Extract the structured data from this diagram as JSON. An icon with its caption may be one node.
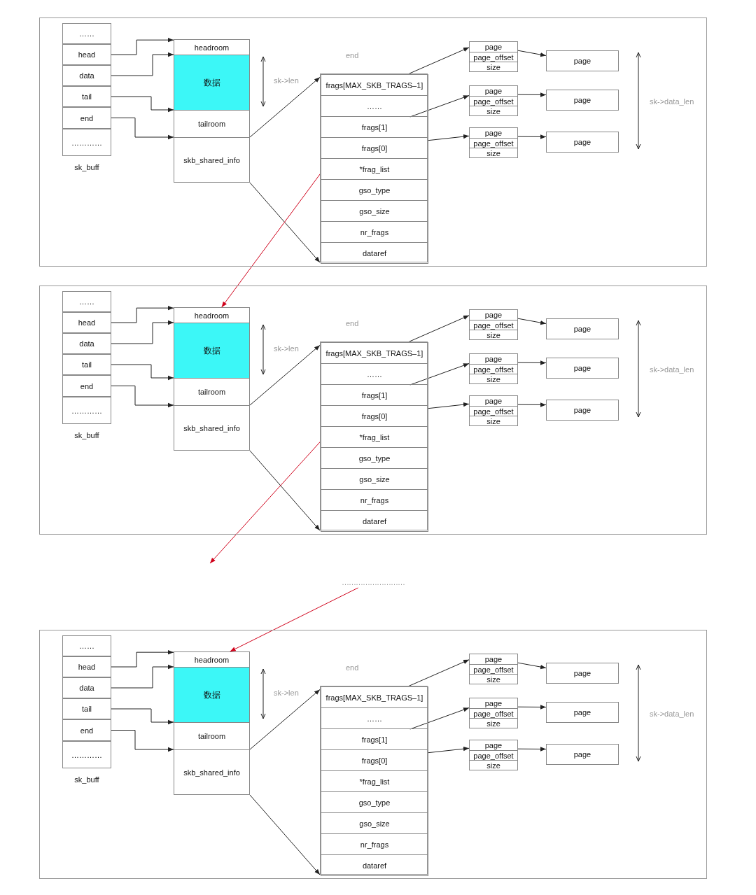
{
  "diagram": {
    "nodes": [
      {
        "text": [],
        "shape": "box"
      },
      {
        "text": [
          "sk_buff"
        ],
        "in": 0
      },
      {
        "text": [
          "……"
        ],
        "in": 1
      },
      {
        "text": [
          "head"
        ],
        "in": 1
      },
      {
        "text": [
          "data"
        ],
        "in": 1
      },
      {
        "text": [
          "tail"
        ],
        "in": 1
      },
      {
        "text": [
          "end"
        ],
        "in": 1
      },
      {
        "text": [
          "…………"
        ],
        "in": 1
      },
      {
        "text": [
          "headroom"
        ],
        "in": 0
      },
      {
        "text": [
          "数据"
        ],
        "in": 0
      },
      {
        "text": [
          "tailroom"
        ],
        "in": 0
      },
      {
        "text": [
          "skb_shared_info"
        ],
        "in": 0
      },
      {
        "text": [],
        "shape": "box",
        "in": 0
      },
      {
        "text": [
          "frags[MAX_SKB_TRAGS–1]"
        ],
        "in": 12
      },
      {
        "text": [
          "……"
        ],
        "in": 12
      },
      {
        "text": [
          "frags[1]"
        ],
        "in": 12
      },
      {
        "text": [
          "frags[0]"
        ],
        "in": 12
      },
      {
        "text": [
          "*frag_list"
        ],
        "in": 12
      },
      {
        "text": [
          "gso_type"
        ],
        "in": 12
      },
      {
        "text": [
          "gso_size"
        ],
        "in": 12
      },
      {
        "text": [
          "nr_frags"
        ],
        "in": 12
      },
      {
        "text": [
          "dataref"
        ],
        "in": 12
      },
      {
        "text": [
          "page",
          "page_offset",
          "size"
        ],
        "in": 0
      },
      {
        "text": [
          "page",
          "page_offset",
          "size"
        ],
        "in": 0
      },
      {
        "text": [
          "page",
          "page_offset",
          "size"
        ],
        "in": 0
      },
      {
        "text": [
          "page"
        ],
        "in": 0
      },
      {
        "text": [
          "page"
        ],
        "in": 0
      },
      {
        "text": [
          "page"
        ],
        "in": 0
      },
      {
        "text": [],
        "shape": "box"
      },
      {
        "text": [
          "sk_buff"
        ],
        "in": 28
      },
      {
        "text": [
          "……"
        ],
        "in": 29
      },
      {
        "text": [
          "head"
        ],
        "in": 29
      },
      {
        "text": [
          "data"
        ],
        "in": 29
      },
      {
        "text": [
          "tail"
        ],
        "in": 29
      },
      {
        "text": [
          "end"
        ],
        "in": 29
      },
      {
        "text": [
          "…………"
        ],
        "in": 29
      },
      {
        "text": [
          "headroom"
        ],
        "in": 28
      },
      {
        "text": [
          "数据"
        ],
        "in": 28
      },
      {
        "text": [
          "tailroom"
        ],
        "in": 28
      },
      {
        "text": [
          "skb_shared_info"
        ],
        "in": 28
      },
      {
        "text": [],
        "shape": "box",
        "in": 28
      },
      {
        "text": [
          "frags[MAX_SKB_TRAGS–1]"
        ],
        "in": 40
      },
      {
        "text": [
          "……"
        ],
        "in": 40
      },
      {
        "text": [
          "frags[1]"
        ],
        "in": 40
      },
      {
        "text": [
          "frags[0]"
        ],
        "in": 40
      },
      {
        "text": [
          "*frag_list"
        ],
        "in": 40
      },
      {
        "text": [
          "gso_type"
        ],
        "in": 40
      },
      {
        "text": [
          "gso_size"
        ],
        "in": 40
      },
      {
        "text": [
          "nr_frags"
        ],
        "in": 40
      },
      {
        "text": [
          "dataref"
        ],
        "in": 40
      },
      {
        "text": [
          "page",
          "page_offset",
          "size"
        ],
        "in": 28
      },
      {
        "text": [
          "page",
          "page_offset",
          "size"
        ],
        "in": 28
      },
      {
        "text": [
          "page",
          "page_offset",
          "size"
        ],
        "in": 28
      },
      {
        "text": [
          "page"
        ],
        "in": 28
      },
      {
        "text": [
          "page"
        ],
        "in": 28
      },
      {
        "text": [
          "page"
        ],
        "in": 28
      },
      {
        "text": [
          "………………………"
        ]
      },
      {
        "text": [],
        "shape": "box"
      },
      {
        "text": [
          "sk_buff"
        ],
        "in": 57
      },
      {
        "text": [
          "……"
        ],
        "in": 58
      },
      {
        "text": [
          "head"
        ],
        "in": 58
      },
      {
        "text": [
          "data"
        ],
        "in": 58
      },
      {
        "text": [
          "tail"
        ],
        "in": 58
      },
      {
        "text": [
          "end"
        ],
        "in": 58
      },
      {
        "text": [
          "…………"
        ],
        "in": 58
      },
      {
        "text": [
          "headroom"
        ],
        "in": 57
      },
      {
        "text": [
          "数据"
        ],
        "in": 57
      },
      {
        "text": [
          "tailroom"
        ],
        "in": 57
      },
      {
        "text": [
          "skb_shared_info"
        ],
        "in": 57
      },
      {
        "text": [],
        "shape": "box",
        "in": 57
      },
      {
        "text": [
          "frags[MAX_SKB_TRAGS–1]"
        ],
        "in": 69
      },
      {
        "text": [
          "……"
        ],
        "in": 69
      },
      {
        "text": [
          "frags[1]"
        ],
        "in": 69
      },
      {
        "text": [
          "frags[0]"
        ],
        "in": 69
      },
      {
        "text": [
          "*frag_list"
        ],
        "in": 69
      },
      {
        "text": [
          "gso_type"
        ],
        "in": 69
      },
      {
        "text": [
          "gso_size"
        ],
        "in": 69
      },
      {
        "text": [
          "nr_frags"
        ],
        "in": 69
      },
      {
        "text": [
          "dataref"
        ],
        "in": 69
      },
      {
        "text": [
          "page",
          "page_offset",
          "size"
        ],
        "in": 57
      },
      {
        "text": [
          "page",
          "page_offset",
          "size"
        ],
        "in": 57
      },
      {
        "text": [
          "page",
          "page_offset",
          "size"
        ],
        "in": 57
      },
      {
        "text": [
          "page"
        ],
        "in": 57
      },
      {
        "text": [
          "page"
        ],
        "in": 57
      },
      {
        "text": [
          "page"
        ],
        "in": 57
      }
    ],
    "edges": [
      {
        "from": 3,
        "to": 8,
        "arrow": "to"
      },
      {
        "from": 4,
        "to": 9,
        "arrow": "to"
      },
      {
        "from": 5,
        "to": 10,
        "arrow": "to"
      },
      {
        "from": 6,
        "to": 11,
        "arrow": "to"
      },
      {
        "from": 11,
        "to": 12,
        "arrow": "to"
      },
      {
        "from": 11,
        "to": 12,
        "arrow": "to"
      },
      {
        "from": 13,
        "to": 22,
        "arrow": "to"
      },
      {
        "from": 14,
        "to": 23,
        "arrow": "to"
      },
      {
        "from": 16,
        "to": 24,
        "arrow": "to"
      },
      {
        "from": 22,
        "to": 25,
        "arrow": "to"
      },
      {
        "from": 23,
        "to": 26,
        "arrow": "to"
      },
      {
        "from": 24,
        "to": 27,
        "arrow": "to"
      },
      {
        "from": 17,
        "to": 36,
        "arrow": "to",
        "color": "#d0021b"
      },
      {
        "from": 31,
        "to": 36,
        "arrow": "to"
      },
      {
        "from": 32,
        "to": 37,
        "arrow": "to"
      },
      {
        "from": 33,
        "to": 38,
        "arrow": "to"
      },
      {
        "from": 34,
        "to": 39,
        "arrow": "to"
      },
      {
        "from": 39,
        "to": 40,
        "arrow": "to"
      },
      {
        "from": 39,
        "to": 40,
        "arrow": "to"
      },
      {
        "from": 41,
        "to": 50,
        "arrow": "to"
      },
      {
        "from": 42,
        "to": 51,
        "arrow": "to"
      },
      {
        "from": 44,
        "to": 52,
        "arrow": "to"
      },
      {
        "from": 50,
        "to": 53,
        "arrow": "to"
      },
      {
        "from": 51,
        "to": 54,
        "arrow": "to"
      },
      {
        "from": 52,
        "to": 55,
        "arrow": "to"
      },
      {
        "from": 45,
        "to": null,
        "arrow": "to",
        "color": "#d0021b"
      },
      {
        "from": 56,
        "to": 65,
        "arrow": "to",
        "color": "#d0021b"
      },
      {
        "from": 60,
        "to": 65,
        "arrow": "to"
      },
      {
        "from": 61,
        "to": 66,
        "arrow": "to"
      },
      {
        "from": 62,
        "to": 67,
        "arrow": "to"
      },
      {
        "from": 63,
        "to": 68,
        "arrow": "to"
      },
      {
        "from": 68,
        "to": 69,
        "arrow": "to"
      },
      {
        "from": 68,
        "to": 69,
        "arrow": "to"
      },
      {
        "from": 70,
        "to": 79,
        "arrow": "to"
      },
      {
        "from": 71,
        "to": 80,
        "arrow": "to"
      },
      {
        "from": 73,
        "to": 81,
        "arrow": "to"
      },
      {
        "from": 79,
        "to": 82,
        "arrow": "to"
      },
      {
        "from": 80,
        "to": 83,
        "arrow": "to"
      },
      {
        "from": 81,
        "to": 84,
        "arrow": "to"
      }
    ],
    "labels": [
      "sk->len",
      "end",
      "sk->data_len",
      "sk->len",
      "end",
      "sk->data_len",
      "sk->len",
      "end",
      "sk->data_len"
    ]
  }
}
